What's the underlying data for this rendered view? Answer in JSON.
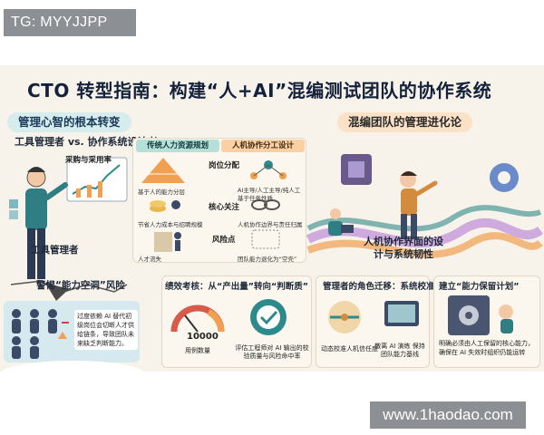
{
  "watermark_top": "TG: MYYJJPP",
  "watermark_bottom": "www.1haodao.com",
  "title": "CTO 转型指南：构建“人+AI”混编测试团队的协作系统",
  "left": {
    "header": "管理心智的根本转变",
    "subtitle": "工具管理者 vs. 协作系统设计者",
    "chart_label": "采购与采用率",
    "person_label": "工具管理者",
    "risk_label": "警惕“能力空洞”风险",
    "risk_text": "过度依赖 AI 替代初级岗位会切断人才供给链条，导致团队未来缺乏判断能力。"
  },
  "center": {
    "col_traditional": "传统人力资源规划",
    "col_ai": "人机协作分工设计",
    "rows": [
      {
        "label": "岗位分配",
        "left": "基于人的能力分层",
        "right": "AI主导/人工主导/纯人工 基于任务性质"
      },
      {
        "label": "核心关注",
        "left": "节省人力成本与招聘规模",
        "right": "人机协作边界与责任归属"
      },
      {
        "label": "风险点",
        "left": "人才流失",
        "right": "团队能力退化为“空壳”"
      }
    ]
  },
  "right": {
    "header": "混编团队的管理进化论",
    "flow_title": "人机协作界面的设计与系统韧性"
  },
  "cards": [
    {
      "title": "绩效考核：从“产出量”转向“判断质”",
      "gauge_value": "10000",
      "cap1": "用例数量",
      "cap2": "评估工程师对 AI 输出的校验质量与风险命中率"
    },
    {
      "title": "管理者的角色迁移：系统校准",
      "cap1": "动态校准人机信任度",
      "cap2": "散离 AI 演练 保持团队能力基线"
    },
    {
      "title": "建立“能力保留计划”",
      "note": "明确必须由人工保留的核心能力，确保在 AI 失效时组织仍能运转"
    }
  ],
  "colors": {
    "teal": "#2e8a8a",
    "orange": "#f0a050",
    "navy": "#1f2a3a",
    "cream": "#f7f2ea"
  }
}
